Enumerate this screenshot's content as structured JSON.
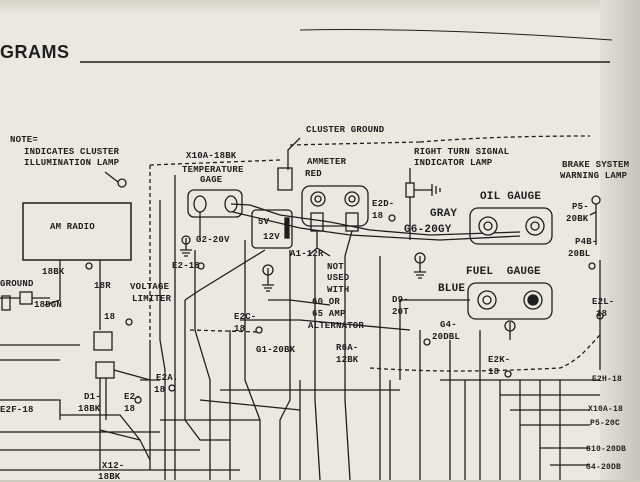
{
  "header": {
    "title": "GRAMS"
  },
  "note": {
    "line1": "NOTE=",
    "line2": "INDICATES CLUSTER",
    "line3": "ILLUMINATION LAMP"
  },
  "labels": {
    "cluster_ground": "CLUSTER GROUND",
    "x10a": "X10A-18BK",
    "temp_gage_1": "TEMPERATURE",
    "temp_gage_2": "GAGE",
    "ammeter_1": "AMMETER",
    "ammeter_2": "RED",
    "right_turn_1": "RIGHT TURN SIGNAL",
    "right_turn_2": "INDICATOR LAMP",
    "brake_1": "BRAKE SYSTEM",
    "brake_2": "WARNING LAMP",
    "e2d_1": "E2D-",
    "e2d_2": "18",
    "oil_gauge": "OIL GAUGE",
    "gray": "GRAY",
    "g6": "G6-20GY",
    "p5_1": "P5-",
    "p5_2": "20BK",
    "p4b_1": "P4B-",
    "p4b_2": "20BL",
    "am_radio": "AM RADIO",
    "five_v": "5V",
    "twelve_v": "12V",
    "g2": "G2-20V",
    "e2_18": "E2-18",
    "a1": "A1-12R",
    "not_used_1": "NOT",
    "not_used_2": "USED",
    "not_used_3": "WITH",
    "not_used_4": "60 OR",
    "not_used_5": "65 AMP",
    "not_used_6": "ALTERNATOR",
    "ground": "GROUND",
    "eighteen_bk": "18BK",
    "eighteen_dgn": "18DGN",
    "eighteen_r": "18R",
    "eighteen_1": "18",
    "voltage_1": "VOLTAGE",
    "voltage_2": "LIMITER",
    "e2c_1": "E2C-",
    "e2c_2": "18",
    "fuel_gauge": "FUEL  GAUGE",
    "blue": "BLUE",
    "d9_1": "D9-",
    "d9_2": "20T",
    "g4_1": "G4-",
    "g4_2": "20DBL",
    "e2l_1": "E2L-",
    "e2l_2": "18",
    "g1": "G1-20BK",
    "r6a_1": "R6A-",
    "r6a_2": "12BK",
    "e2k_1": "E2K-",
    "e2k_2": "18",
    "e2a_1": "E2A.",
    "e2a_2": "18",
    "d1_1": "D1-",
    "d1_2": "18BK",
    "e2_1": "E2-",
    "e2_2": "18",
    "e2f": "E2F-18",
    "x12_1": "X12-",
    "x12_2": "18BK",
    "e2h": "E2H-18",
    "x10a_r": "X10A-18",
    "p5_20c": "P5-20C",
    "g10": "G10-20DB",
    "g4_20": "G4-20DB"
  },
  "colors": {
    "ink": "#1e1e1e",
    "paper": "#ebe8e0"
  }
}
